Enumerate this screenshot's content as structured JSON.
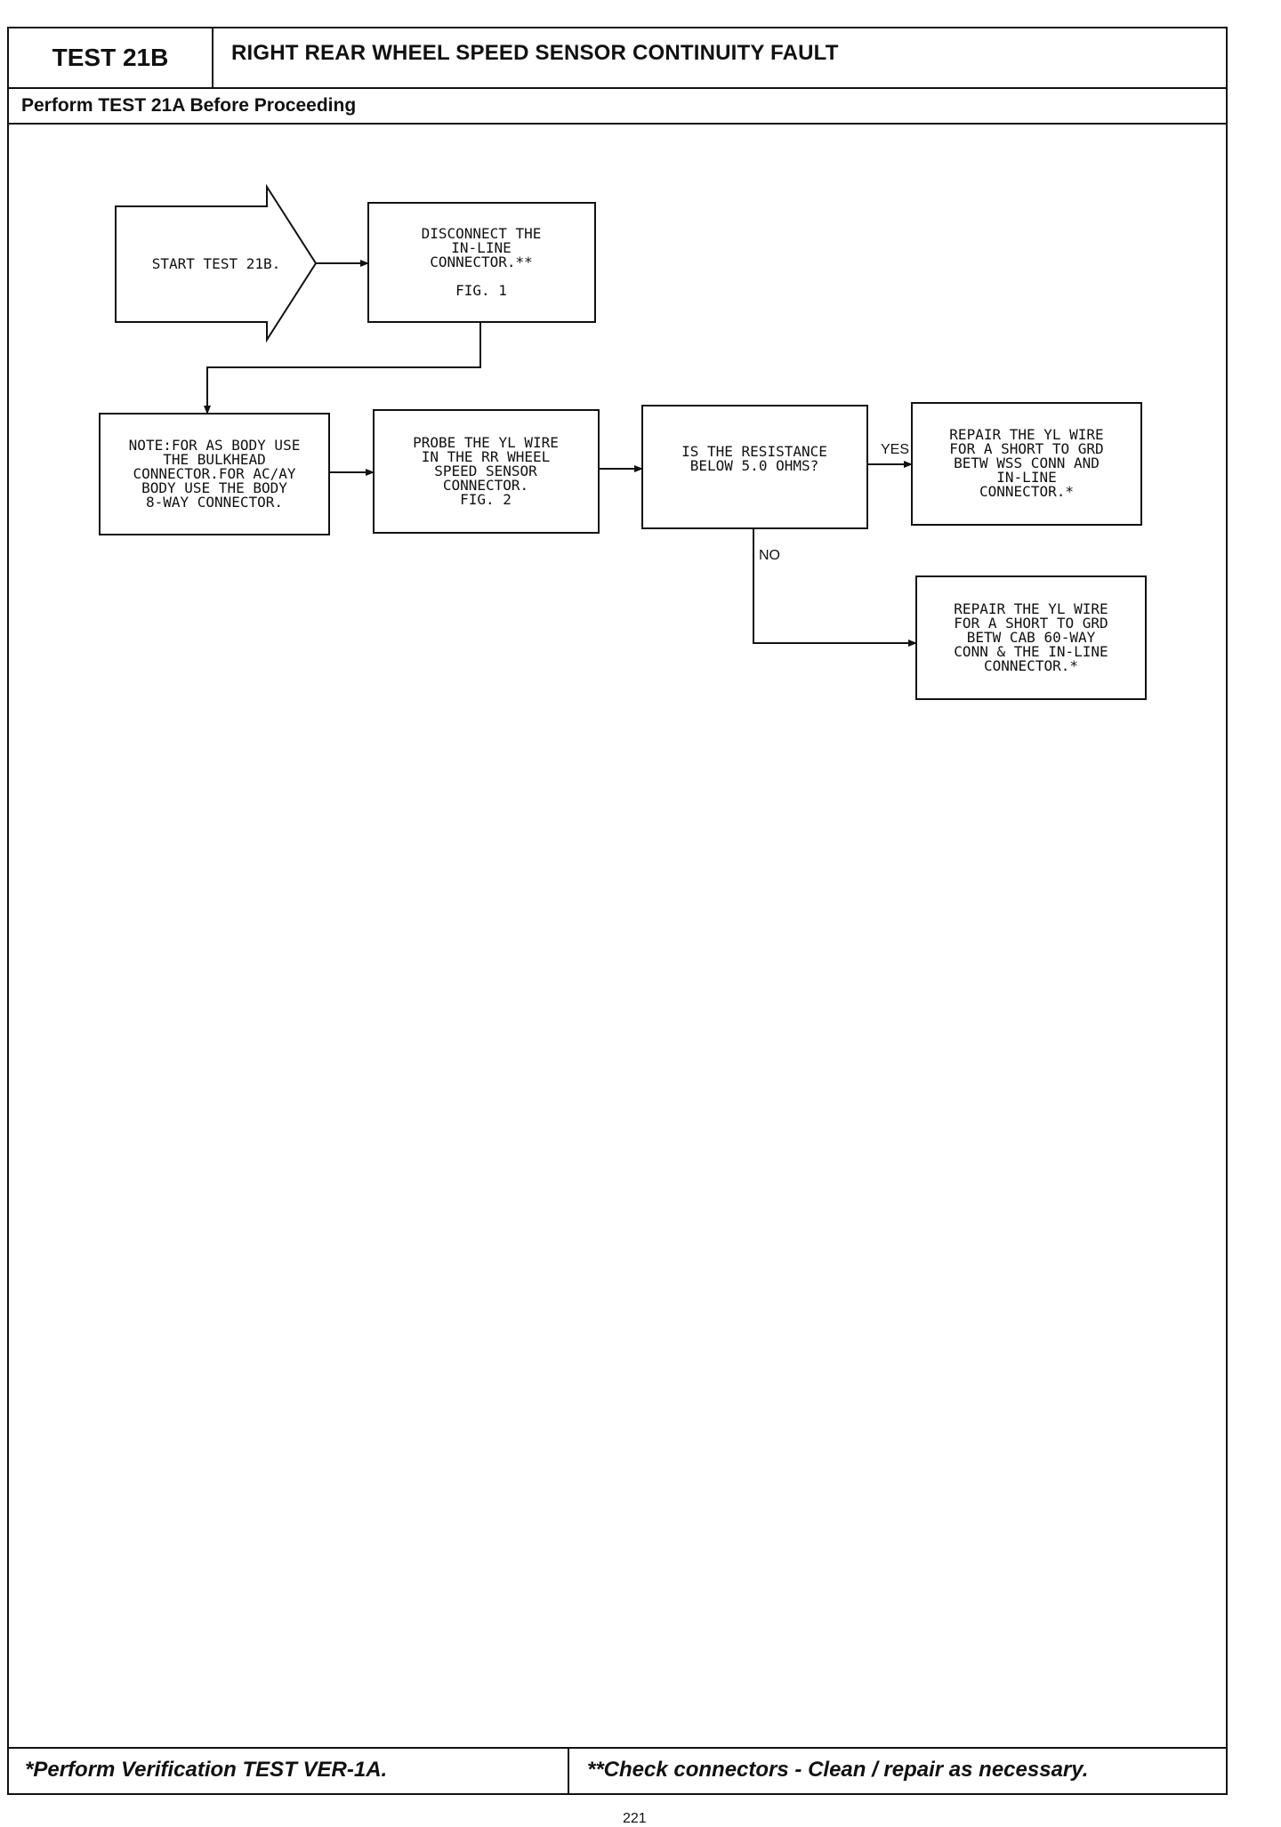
{
  "header": {
    "test_id": "TEST 21B",
    "title": "RIGHT REAR WHEEL SPEED SENSOR CONTINUITY FAULT",
    "subtitle": "Perform TEST 21A Before Proceeding"
  },
  "flowchart": {
    "start": [
      "START TEST 21B."
    ],
    "disconnect": [
      "DISCONNECT THE",
      "IN-LINE",
      "CONNECTOR.**",
      "",
      "FIG. 1"
    ],
    "note": [
      "NOTE:FOR AS BODY USE",
      "THE BULKHEAD",
      "CONNECTOR.FOR AC/AY",
      "BODY USE THE BODY",
      "8-WAY CONNECTOR."
    ],
    "probe": [
      "PROBE THE YL WIRE",
      "IN THE RR WHEEL",
      "SPEED SENSOR",
      "CONNECTOR.",
      "FIG. 2"
    ],
    "decision": [
      "IS THE RESISTANCE",
      "BELOW 5.0 OHMS?"
    ],
    "yes_label": "YES",
    "no_label": "NO",
    "repair_yes": [
      "REPAIR THE YL WIRE",
      "FOR A SHORT TO GRD",
      "BETW WSS CONN AND",
      "IN-LINE",
      "CONNECTOR.*"
    ],
    "repair_no": [
      "REPAIR THE YL WIRE",
      "FOR A SHORT TO GRD",
      "BETW CAB 60-WAY",
      "CONN & THE IN-LINE",
      "CONNECTOR.*"
    ]
  },
  "footer": {
    "left": "*Perform Verification TEST VER-1A.",
    "right": "**Check connectors - Clean / repair as necessary."
  },
  "page_number": "221"
}
